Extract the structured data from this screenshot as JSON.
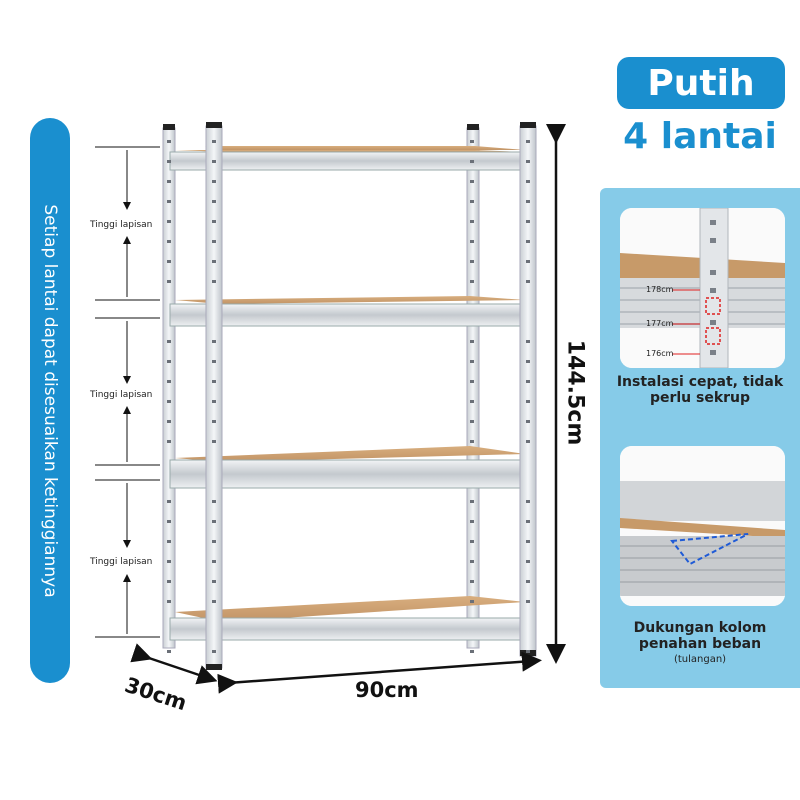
{
  "title": "Putih",
  "subtitle": "4 lantai",
  "side_banner": "Setiap lantai dapat disesuaikan ketinggiannya",
  "layer_labels": [
    "Tinggi lapisan",
    "Tinggi lapisan",
    "Tinggi lapisan"
  ],
  "dimensions": {
    "height": "144.5cm",
    "width": "90cm",
    "depth": "30cm"
  },
  "feature1": {
    "caption": "Instalasi cepat, tidak perlu sekrup",
    "marks": [
      "178cm",
      "177cm",
      "176cm"
    ]
  },
  "feature2": {
    "caption": "Dukungan kolom penahan beban",
    "note": "(tulangan)"
  },
  "colors": {
    "accent": "#1a8fcf",
    "panel": "#86cbe8",
    "shelf_board": "#cfa374",
    "frame": "#e6e9ec",
    "marker": "#e02020"
  }
}
